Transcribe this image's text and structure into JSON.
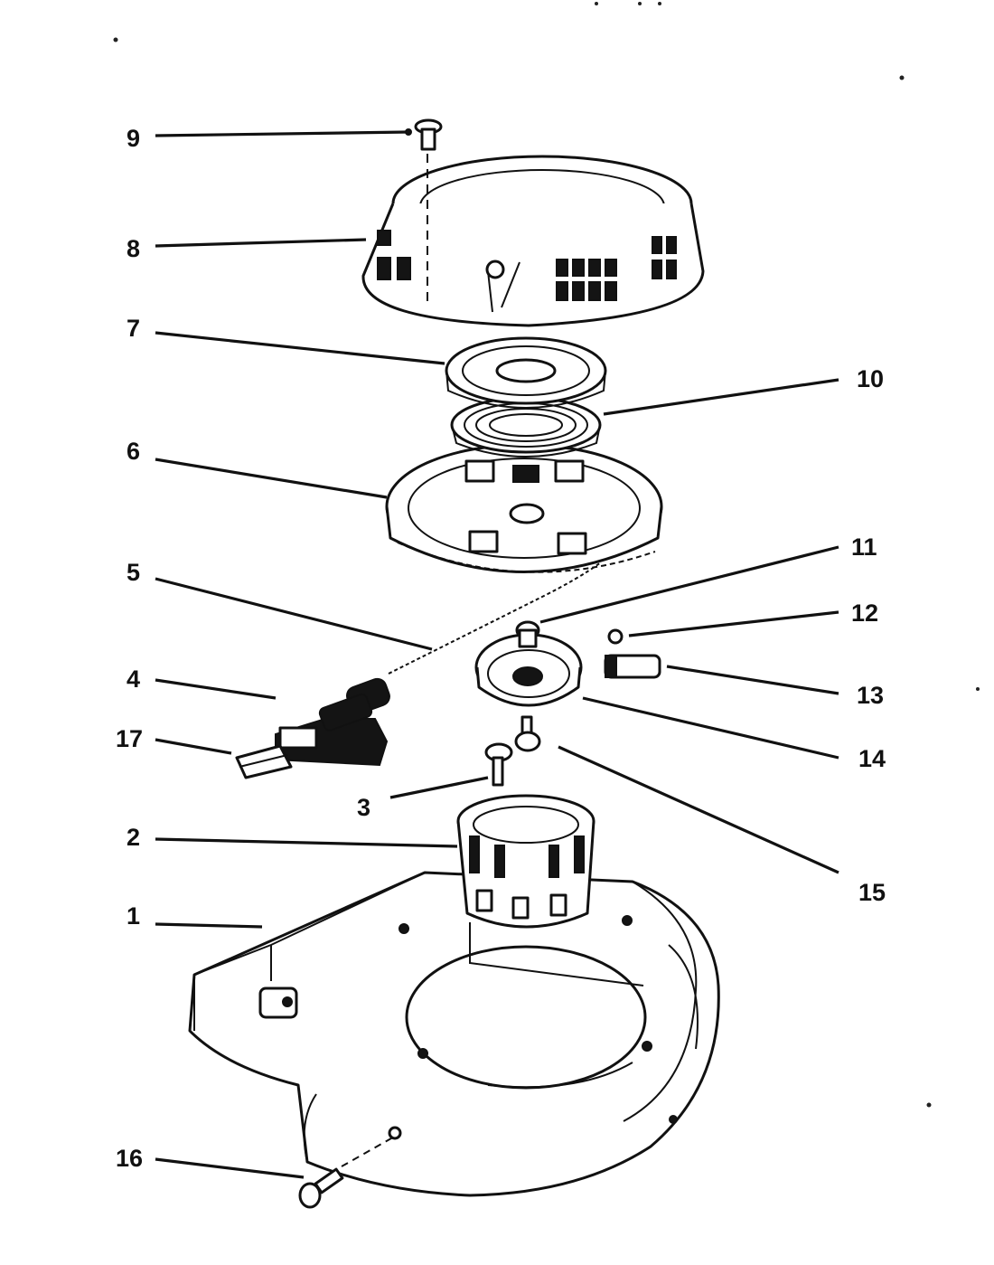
{
  "diagram": {
    "callouts": [
      {
        "id": "9",
        "label": "9"
      },
      {
        "id": "8",
        "label": "8"
      },
      {
        "id": "7",
        "label": "7"
      },
      {
        "id": "10",
        "label": "10"
      },
      {
        "id": "6",
        "label": "6"
      },
      {
        "id": "11",
        "label": "11"
      },
      {
        "id": "5",
        "label": "5"
      },
      {
        "id": "12",
        "label": "12"
      },
      {
        "id": "4",
        "label": "4"
      },
      {
        "id": "13",
        "label": "13"
      },
      {
        "id": "17",
        "label": "17"
      },
      {
        "id": "14",
        "label": "14"
      },
      {
        "id": "3",
        "label": "3"
      },
      {
        "id": "2",
        "label": "2"
      },
      {
        "id": "15",
        "label": "15"
      },
      {
        "id": "1",
        "label": "1"
      },
      {
        "id": "16",
        "label": "16"
      }
    ]
  }
}
